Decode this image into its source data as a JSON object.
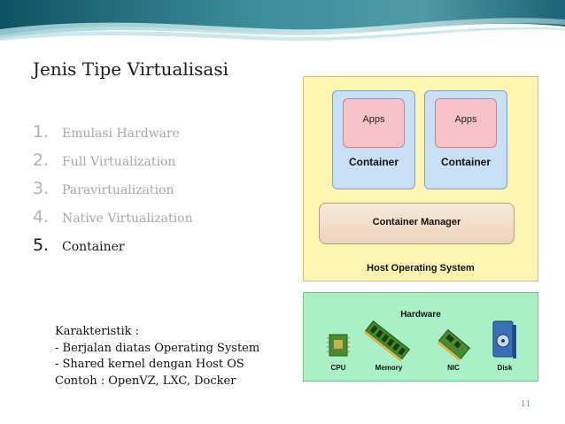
{
  "slide": {
    "title": "Jenis Tipe Virtualisasi",
    "page_number": "11"
  },
  "list": [
    {
      "number": "1.",
      "label": "Emulasi Hardware",
      "active": false
    },
    {
      "number": "2.",
      "label": "Full Virtualization",
      "active": false
    },
    {
      "number": "3.",
      "label": "Paravirtualization",
      "active": false
    },
    {
      "number": "4.",
      "label": "Native Virtualization",
      "active": false
    },
    {
      "number": "5.",
      "label": "Container",
      "active": true
    }
  ],
  "notes": {
    "line1": "Karakteristik :",
    "line2": "- Berjalan diatas Operating System",
    "line3": "- Shared kernel dengan Host OS",
    "line4": "Contoh : OpenVZ, LXC, Docker"
  },
  "diagram": {
    "apps_1": "Apps",
    "apps_2": "Apps",
    "container_1": "Container",
    "container_2": "Container",
    "container_manager": "Container Manager",
    "host_os": "Host Operating System",
    "hardware": "Hardware",
    "hw_items": {
      "cpu": "CPU",
      "memory": "Memory",
      "nic": "NIC",
      "disk": "Disk"
    }
  },
  "colors": {
    "banner": "#2f7c8e",
    "host_os_box": "#fdf6b2",
    "container_box": "#c9dff5",
    "apps_box": "#f6c3c8",
    "manager_box": "#f2dfcc",
    "hardware_box": "#aaf0c6",
    "inactive_text": "#a8a8a8",
    "active_text": "#1a1a1a"
  }
}
